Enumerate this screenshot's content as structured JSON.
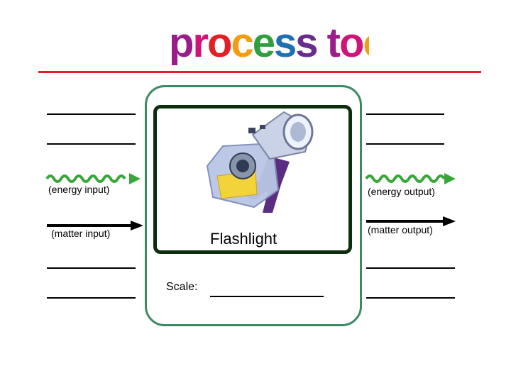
{
  "header": {
    "title": "process tool",
    "title_colors": [
      "#9b1d8a",
      "#d0157a",
      "#e31e24",
      "#f39c12",
      "#2e9e3f",
      "#1f6fb5",
      "#6a2b8f",
      "#9b1d8a",
      "#d0157a",
      "#f39c12",
      "#2e9e3f",
      "#1f6fb5"
    ]
  },
  "diagram": {
    "left": {
      "energy_label": "(energy input)",
      "matter_label": "(matter input)"
    },
    "right": {
      "energy_label": "(energy output)",
      "matter_label": "(matter output)"
    },
    "object_name": "Flashlight",
    "scale_label": "Scale:",
    "colors": {
      "rule": "#e41e26",
      "outer_border": "#3b8a64",
      "inner_border": "#0c2e0c",
      "wave": "#3aa53a"
    }
  }
}
